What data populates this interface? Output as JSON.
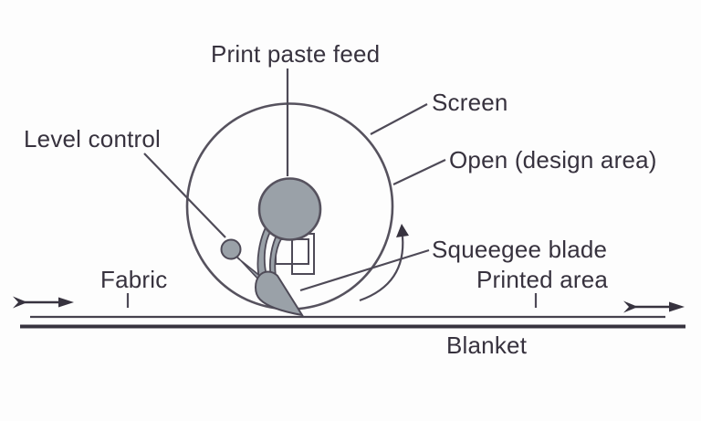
{
  "labels": {
    "print_paste_feed": "Print paste feed",
    "screen": "Screen",
    "open_design_area": "Open (design area)",
    "level_control": "Level control",
    "fabric": "Fabric",
    "squeegee_blade": "Squeegee blade",
    "printed_area": "Printed area",
    "blanket": "Blanket"
  },
  "arrows": {
    "fabric_flow_direction": "left-to-right",
    "screen_rotation": "counterclockwise"
  },
  "colors": {
    "background": "#fdfdfd",
    "shape_fill": "#9aa1a8",
    "outline": "#4e4a57",
    "text": "#37323e",
    "belt_dark": "#37333f"
  }
}
